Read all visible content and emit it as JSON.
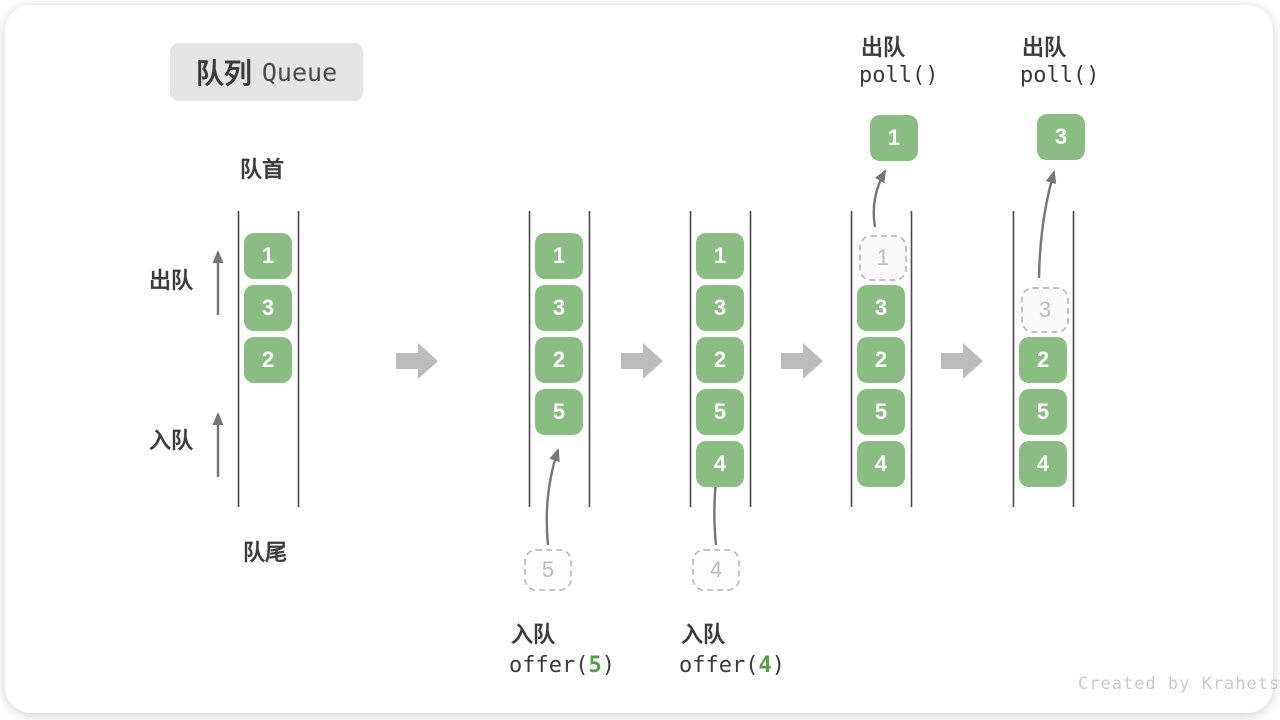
{
  "title": {
    "zh": "队列",
    "en": "Queue"
  },
  "side_labels": {
    "front": "队首",
    "rear": "队尾",
    "dequeue": "出队",
    "enqueue": "入队"
  },
  "states": [
    {
      "items": [
        "1",
        "3",
        "2"
      ]
    },
    {
      "items": [
        "1",
        "3",
        "2",
        "5"
      ],
      "pending": "5"
    },
    {
      "items": [
        "1",
        "3",
        "2",
        "5",
        "4"
      ],
      "pending": "4"
    },
    {
      "ghost": "1",
      "items": [
        "3",
        "2",
        "5",
        "4"
      ],
      "out": "1"
    },
    {
      "ghost": "3",
      "items": [
        "2",
        "5",
        "4"
      ],
      "out": "3"
    }
  ],
  "operations": {
    "offer5": {
      "label": "入队",
      "code_prefix": "offer(",
      "arg": "5",
      "code_suffix": ")"
    },
    "offer4": {
      "label": "入队",
      "code_prefix": "offer(",
      "arg": "4",
      "code_suffix": ")"
    },
    "poll1": {
      "label": "出队",
      "code": "poll()"
    },
    "poll3": {
      "label": "出队",
      "code": "poll()"
    }
  },
  "watermark": "Created by Krahets",
  "colors": {
    "element_green": "#8BBC83",
    "code_arg_green": "#55A047",
    "block_arrow_gray": "#BCBCBC",
    "channel_line": "#4A4A4A",
    "thin_arrow": "#767676",
    "badge_bg": "#E5E5E5",
    "ghost_text": "#BDBDBD"
  }
}
